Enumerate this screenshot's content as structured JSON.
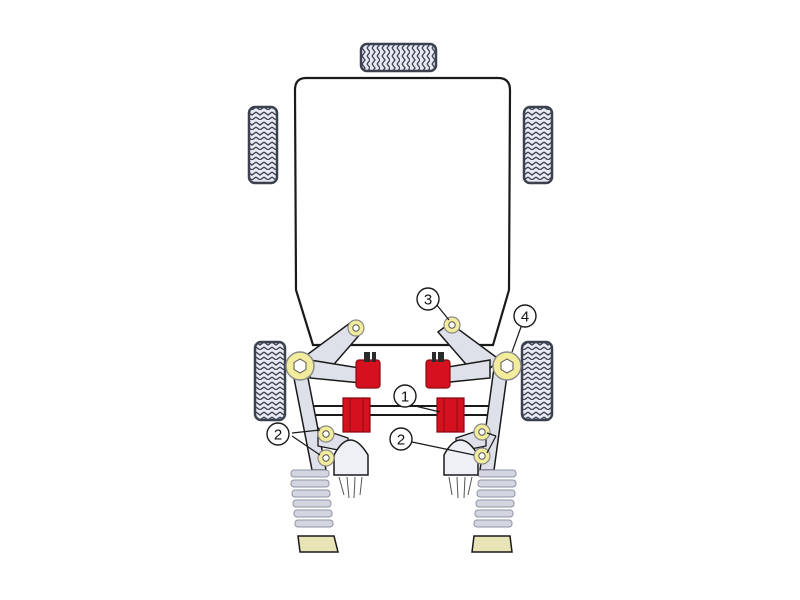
{
  "diagram": {
    "callouts": [
      {
        "id": "c1",
        "label": "1"
      },
      {
        "id": "c2a",
        "label": "2"
      },
      {
        "id": "c2b",
        "label": "2"
      },
      {
        "id": "c3",
        "label": "3"
      },
      {
        "id": "c4",
        "label": "4"
      }
    ],
    "colors": {
      "outline": "#1a1a1a",
      "tyre": "#3c4150",
      "tyre_fill": "#e7eaf2",
      "bush_red": "#d6111f",
      "bush_dark": "#8a0a12",
      "washer": "#f3ec9c",
      "arm_fill": "#dfe1ea",
      "spring": "#d3d6e0",
      "perch": "#e9e3b8"
    },
    "icons": [
      "tyre-icon",
      "bush-icon",
      "washer-icon",
      "spring-icon",
      "hub-icon"
    ]
  }
}
